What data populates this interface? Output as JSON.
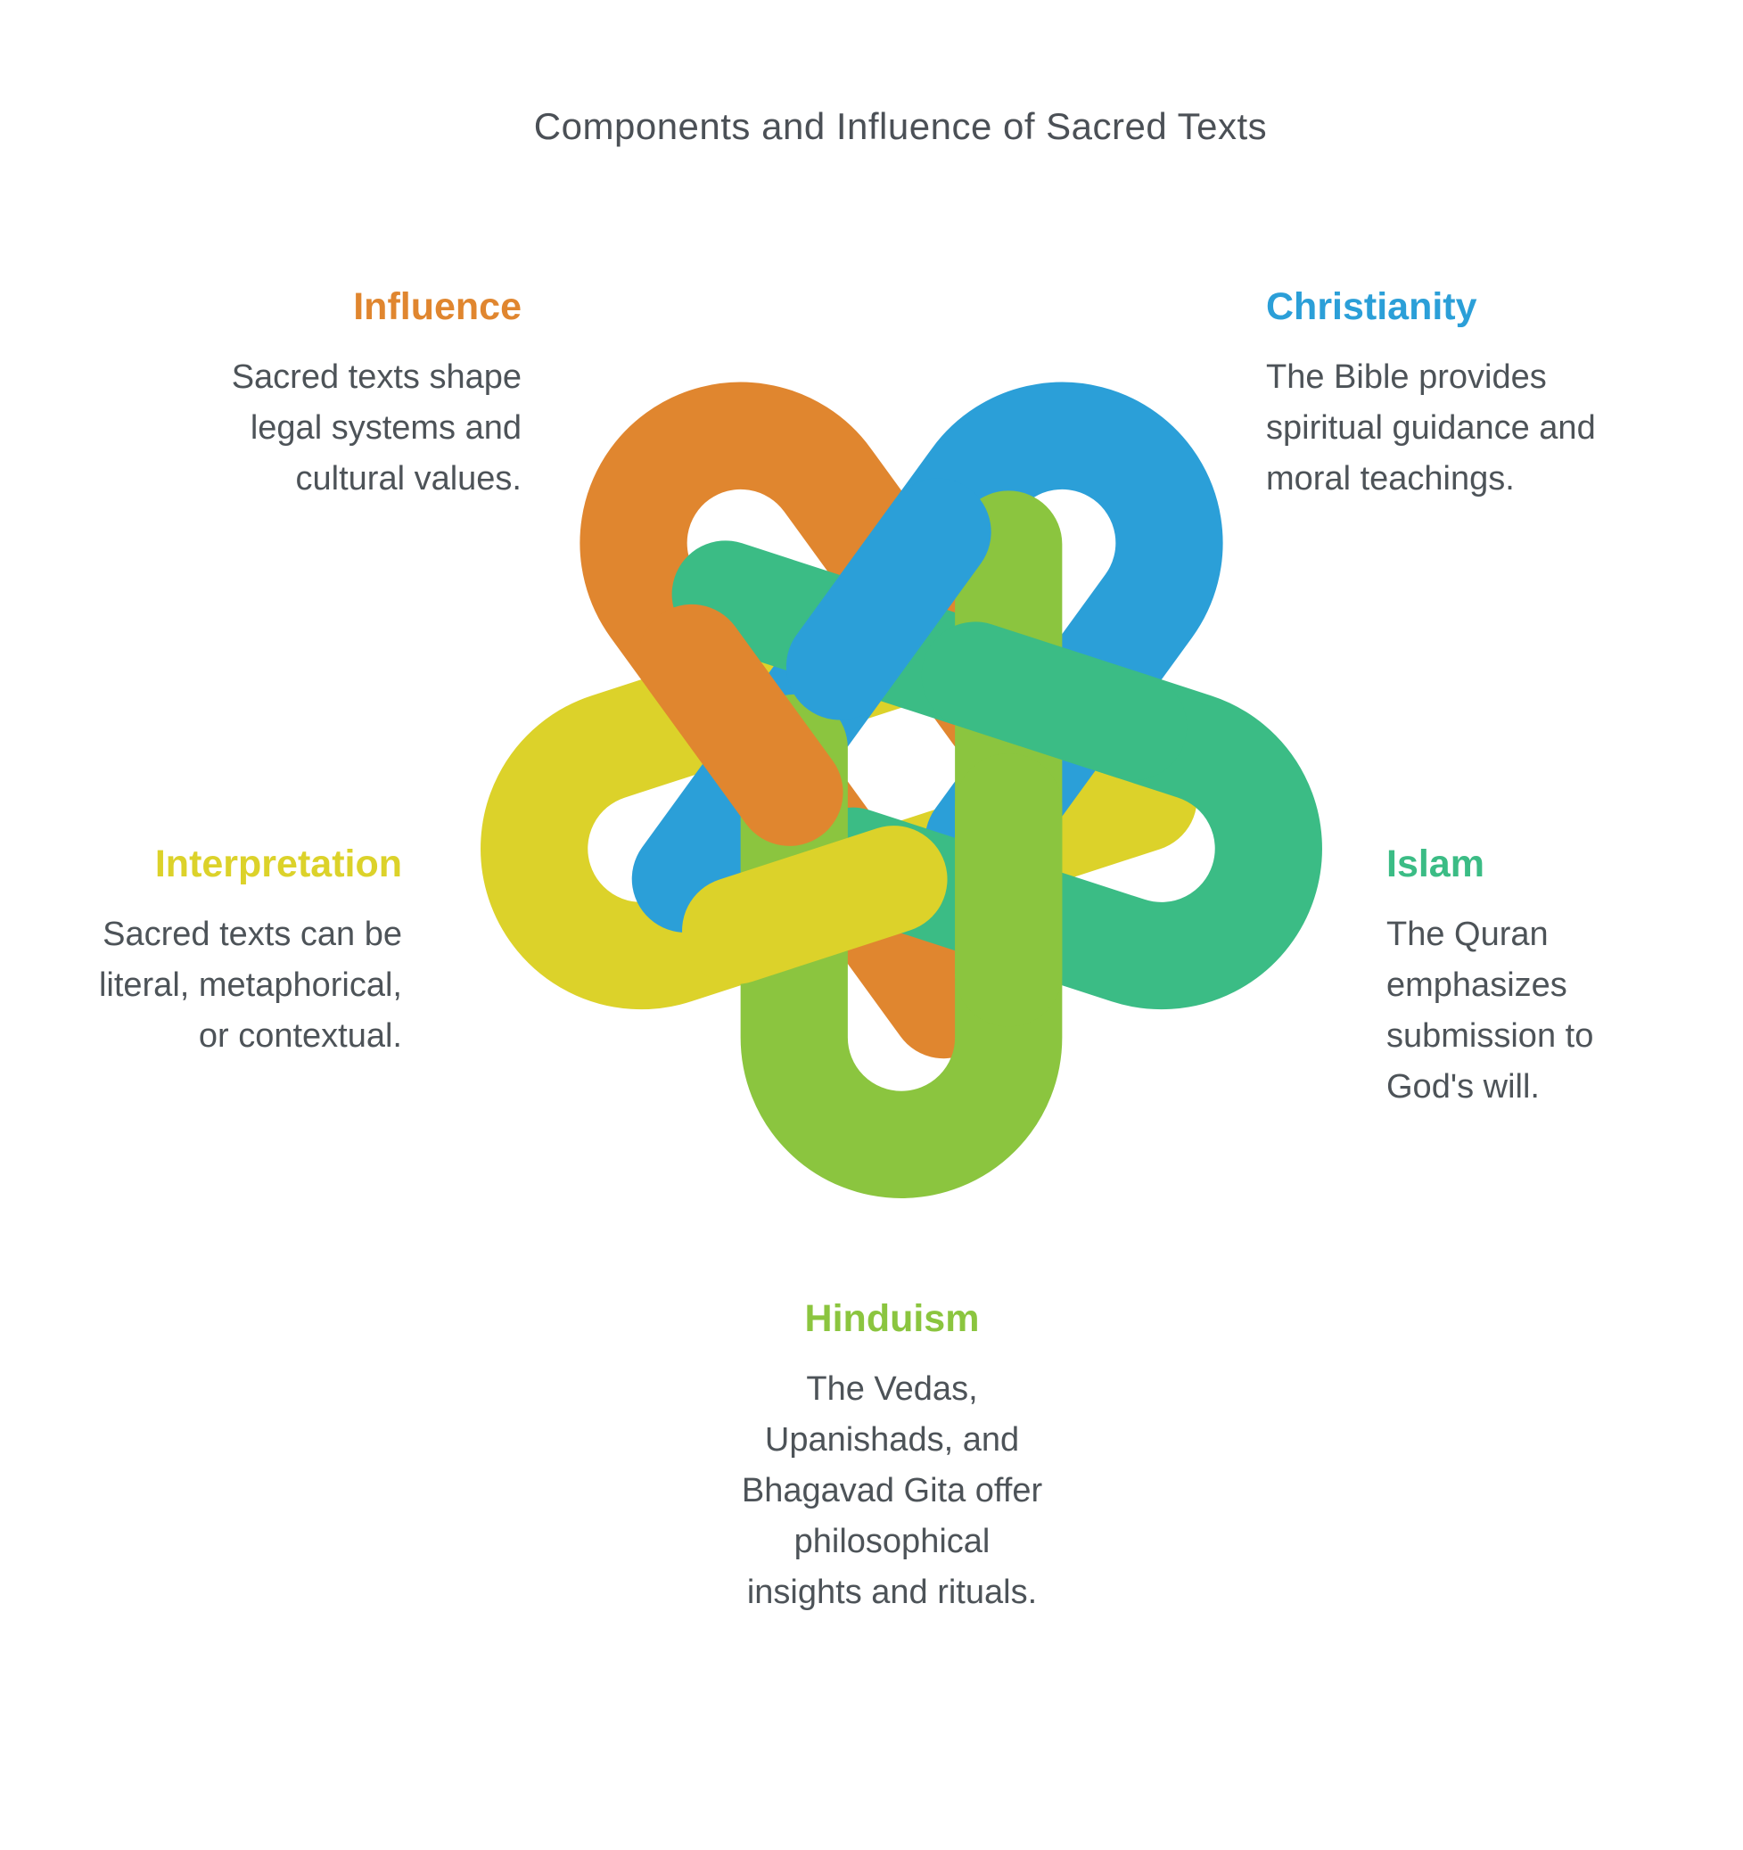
{
  "title": "Components and Influence of Sacred Texts",
  "items": [
    {
      "id": "influence",
      "label": "Influence",
      "color": "#E0862F",
      "text": "Sacred texts shape legal systems and cultural values."
    },
    {
      "id": "christianity",
      "label": "Christianity",
      "color": "#2B9FD8",
      "text": "The Bible provides spiritual guidance and moral teachings."
    },
    {
      "id": "islam",
      "label": "Islam",
      "color": "#3BBC85",
      "text": "The Quran emphasizes submission to God's will."
    },
    {
      "id": "hinduism",
      "label": "Hinduism",
      "color": "#8BC53F",
      "text": "The Vedas, Upanishads, and Bhagavad Gita offer philosophical insights and rituals."
    },
    {
      "id": "interpretation",
      "label": "Interpretation",
      "color": "#DCD22A",
      "text": "Sacred texts can be literal, metaphorical, or contextual."
    }
  ]
}
